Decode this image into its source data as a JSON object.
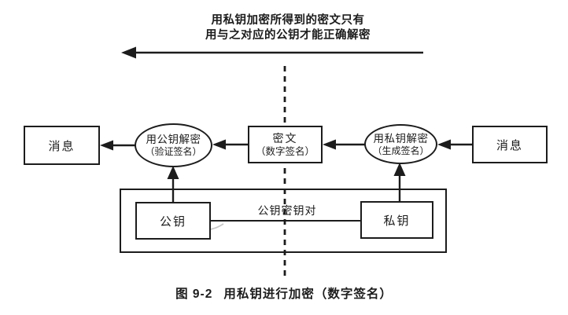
{
  "colors": {
    "ink": "#1c1c1c",
    "paper": "#ffffff",
    "pencil_mark": "#bdbdbd"
  },
  "top_note": {
    "line1": "用私钥加密所得到的密文只有",
    "line2": "用与之对应的公钥才能正确解密"
  },
  "flow": {
    "message_left": "消息",
    "verify": {
      "line1": "用公钥解密",
      "line2": "（验证签名）"
    },
    "ciphertext": {
      "line1": "密文",
      "line2": "（数字签名）"
    },
    "sign": {
      "line1": "用私钥解密",
      "line2": "（生成签名）"
    },
    "message_right": "消息"
  },
  "keypair": {
    "box_label": "公钥密钥对",
    "public_key": "公钥",
    "private_key": "私钥"
  },
  "caption": {
    "figure_no": "图 9-2",
    "title": "用私钥进行加密（数字签名）"
  }
}
